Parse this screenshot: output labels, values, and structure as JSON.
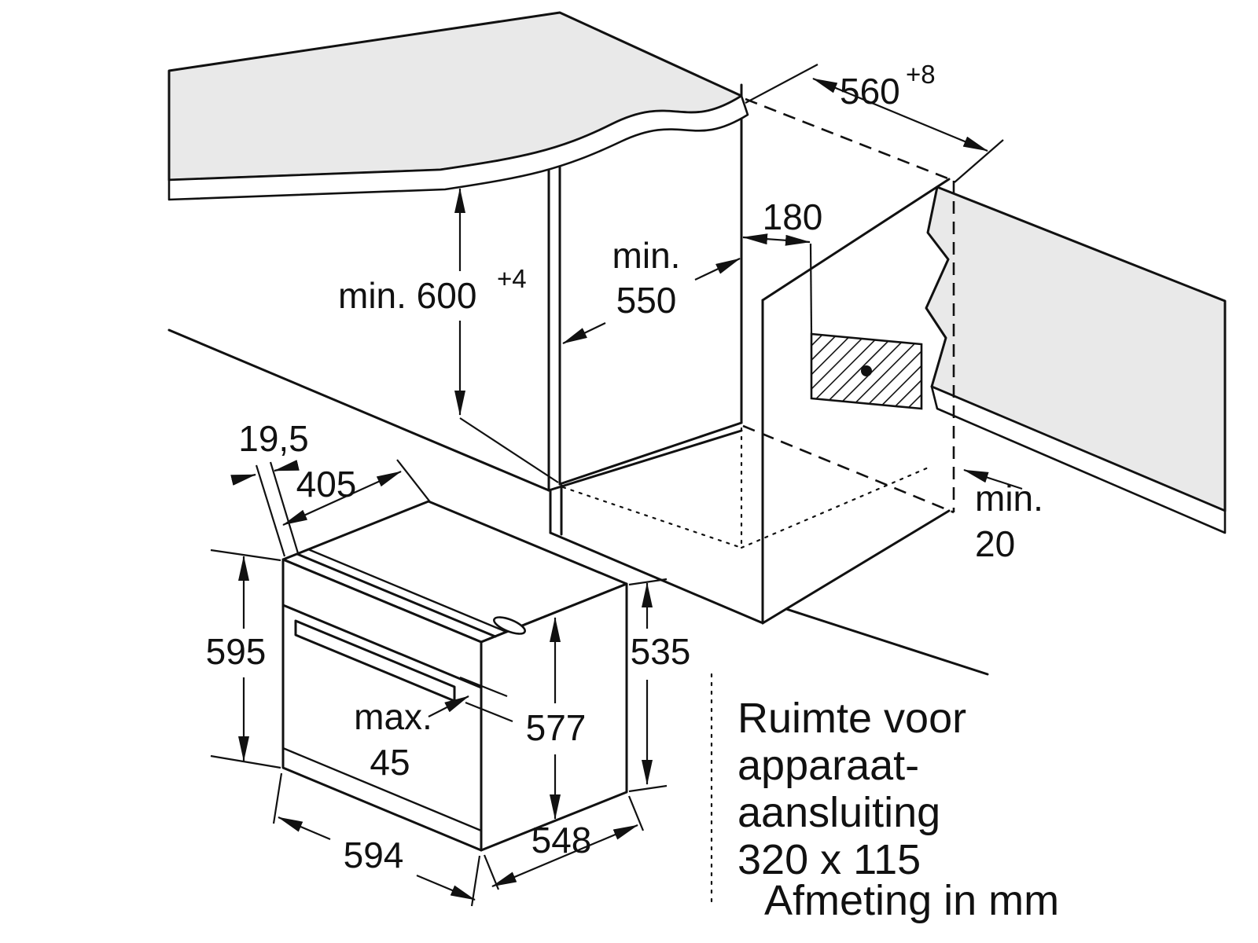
{
  "diagram_type": "appliance-installation-dimension-drawing",
  "colors": {
    "surface": "#e9e9e9",
    "line": "#111111",
    "background": "#ffffff"
  },
  "dimensions": {
    "niche_depth": {
      "value": "560",
      "tolerance": "+8"
    },
    "niche_height": {
      "value": "min. 600",
      "tolerance": "+4"
    },
    "niche_width": [
      "min.",
      "550"
    ],
    "connection_offset": "180",
    "rear_gap": [
      "min.",
      "20"
    ],
    "front_lip": "19,5",
    "top_depth": "405",
    "oven_height": "595",
    "rear_height": "535",
    "body_height": "577",
    "handle_protrusion": [
      "max.",
      "45"
    ],
    "oven_width": "594",
    "oven_depth": "548"
  },
  "notes": {
    "connection": [
      "Ruimte voor",
      "apparaat-",
      "aansluiting",
      "320 x 115"
    ],
    "units": "Afmeting in mm"
  }
}
